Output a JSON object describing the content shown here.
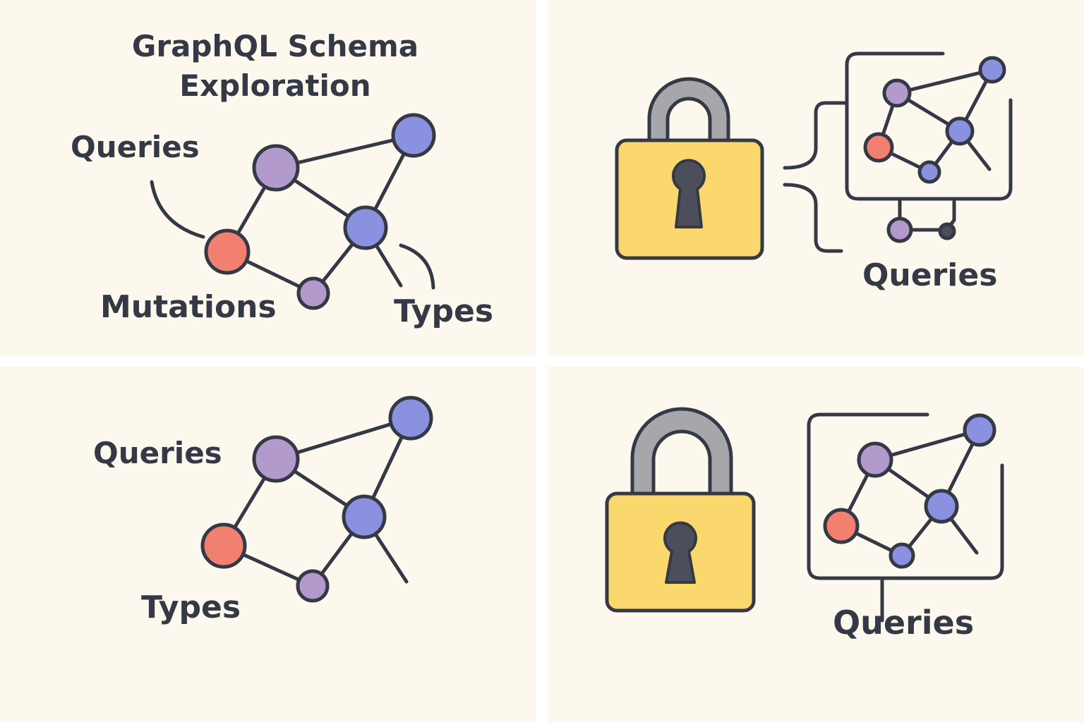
{
  "colors": {
    "background": "#fdf8ee",
    "outline": "#353845",
    "node_purple": "#b29acc",
    "node_blue": "#8a92e0",
    "node_red": "#f28070",
    "lock_body": "#fbd86e",
    "lock_shackle": "#a7a7ab"
  },
  "panel_1": {
    "title_line_1": "GraphQL Schema",
    "title_line_2": "Exploration",
    "label_queries": "Queries",
    "label_mutations": "Mutations",
    "label_types": "Types"
  },
  "panel_2": {
    "label_queries": "Queries",
    "icon": "padlock-icon"
  },
  "panel_3": {
    "label_queries": "Queries",
    "label_types": "Types"
  },
  "panel_4": {
    "label_queries": "Queries",
    "icon": "padlock-icon"
  }
}
